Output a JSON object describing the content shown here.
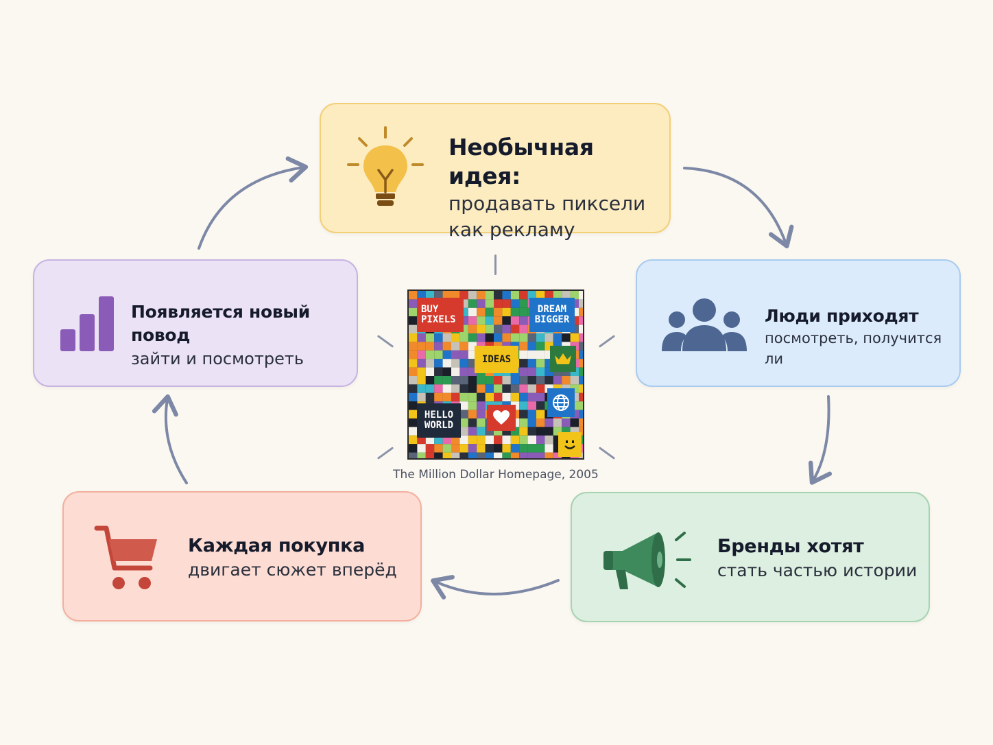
{
  "cards": {
    "idea": {
      "title": "Необычная идея:",
      "line1": "продавать пиксели",
      "line2": "как рекламу",
      "icon": "lightbulb-icon",
      "color": "#fcecc0"
    },
    "people": {
      "title": "Люди приходят",
      "line1": "посмотреть, получится ли",
      "icon": "people-group-icon",
      "color": "#dcebfb"
    },
    "brands": {
      "title": "Бренды хотят",
      "line1": "стать частью истории",
      "icon": "megaphone-icon",
      "color": "#dcefe0"
    },
    "purchase": {
      "title": "Каждая покупка",
      "line1": "двигает сюжет вперёд",
      "icon": "shopping-cart-icon",
      "color": "#fcdcd3"
    },
    "reason": {
      "title": "Появляется новый повод",
      "line1": "зайти и посмотреть",
      "icon": "bar-chart-icon",
      "color": "#ebe2f5"
    }
  },
  "center": {
    "caption": "The Million Dollar Homepage, 2005",
    "tiles": {
      "buy_pixels_1": "BUY",
      "buy_pixels_2": "PIXELS",
      "dream_bigger_1": "DREAM",
      "dream_bigger_2": "BIGGER",
      "ideas": "IDEAS",
      "hello_world_1": "HELLO",
      "hello_world_2": "WORLD"
    }
  },
  "arrow_color": "#7d88a6"
}
